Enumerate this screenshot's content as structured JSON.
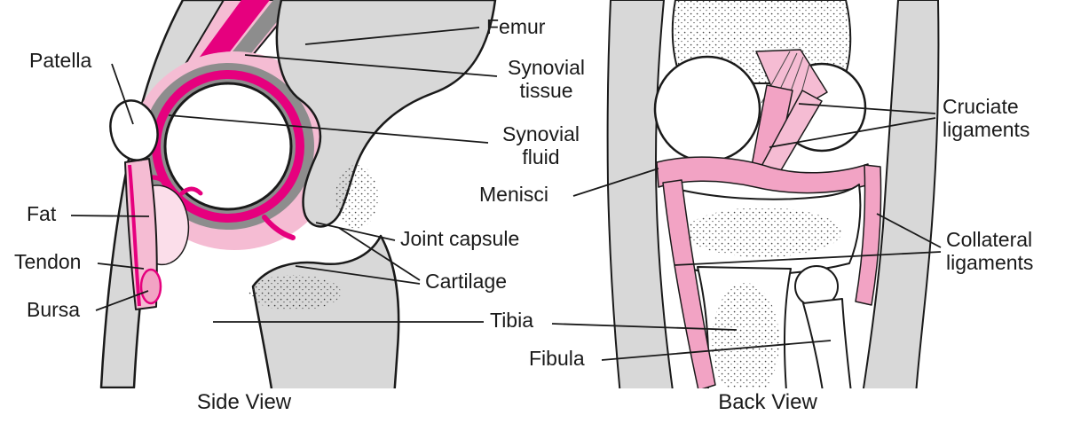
{
  "views": {
    "side": {
      "caption": "Side View"
    },
    "back": {
      "caption": "Back View"
    }
  },
  "labels": {
    "patella": "Patella",
    "fat": "Fat",
    "tendon": "Tendon",
    "bursa": "Bursa",
    "femur": "Femur",
    "synovial_tissue": "Synovial tissue",
    "synovial_fluid": "Synovial fluid",
    "menisci": "Menisci",
    "joint_capsule": "Joint capsule",
    "cartilage": "Cartilage",
    "tibia": "Tibia",
    "fibula": "Fibula",
    "cruciate_ligaments": "Cruciate ligaments",
    "collateral_ligaments": "Collateral ligaments"
  },
  "colors": {
    "bone_gray": "#d8d8d8",
    "fluid_gray": "#8d8d8d",
    "tissue_pink": "#f5bcd3",
    "tissue_pink_mid": "#f2a3c4",
    "tissue_pink_light": "#fbdeea",
    "synovial_magenta": "#e6007e",
    "outline": "#1a1a1a",
    "text": "#1a1a1a"
  }
}
